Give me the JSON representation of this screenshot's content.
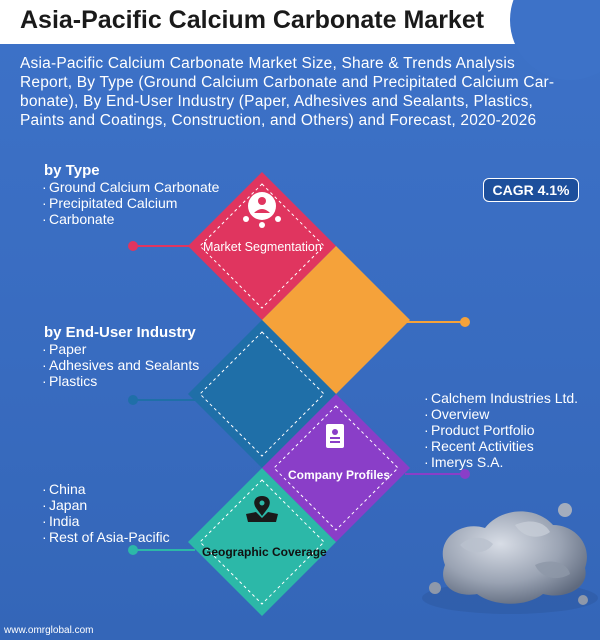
{
  "header": {
    "title": "Asia-Pacific Calcium Carbonate Market"
  },
  "subtitle": [
    "Asia-Pacific Calcium Carbonate Market Size, Share & Trends Analysis",
    "Report, By Type (Ground Calcium Carbonate and Precipitated Calcium Car-",
    "bonate), By End-User Industry (Paper, Adhesives and Sealants, Plastics,",
    "Paints and Coatings, Construction, and Others) and Forecast, 2020-2026"
  ],
  "cagr": "CAGR 4.1%",
  "by_type": {
    "title": "by Type",
    "items": [
      "Ground Calcium Carbonate",
      "Precipitated Calcium",
      "Carbonate"
    ]
  },
  "by_industry": {
    "title": "by End-User Industry",
    "items": [
      "Paper",
      "Adhesives and Sealants",
      "Plastics"
    ]
  },
  "companies": {
    "items": [
      "Calchem Industries Ltd.",
      "Overview",
      "Product Portfolio",
      "Recent Activities",
      "Imerys S.A."
    ]
  },
  "regions": {
    "items": [
      "China",
      "Japan",
      "India",
      "Rest of Asia-Pacific"
    ]
  },
  "diamonds": {
    "segmentation": "Market Segmentation",
    "company_profiles": "Company Profiles",
    "geographic": "Geographic Coverage"
  },
  "colors": {
    "pink": "#e0355f",
    "orange": "#f5a23a",
    "teal_blue": "#1f6fa8",
    "purple": "#8a3ec8",
    "teal": "#2cb8a8",
    "background": "#3a6fc4"
  },
  "footer": "www.omrglobal.com"
}
